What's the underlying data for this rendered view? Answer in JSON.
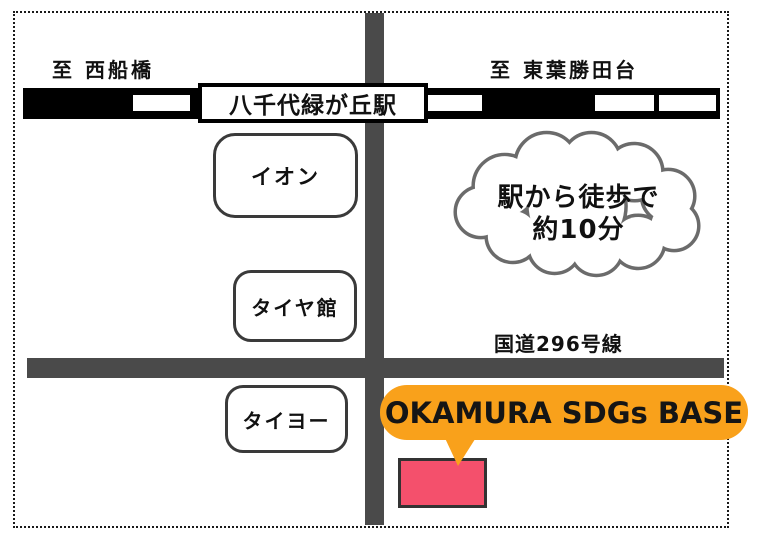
{
  "map": {
    "title_hint": "Access map to OKAMURA SDGs BASE",
    "railway": {
      "station_label": "八千代緑が丘駅",
      "direction_west": "至 西船橋",
      "direction_east": "至 東葉勝田台",
      "line_color": "#000000",
      "dash_color": "#ffffff"
    },
    "roads": {
      "color": "#4a4a4a",
      "route_label": "国道296号線"
    },
    "landmarks": [
      {
        "label": "イオン"
      },
      {
        "label": "タイヤ館"
      },
      {
        "label": "タイヨー"
      }
    ],
    "walk_note": {
      "line1": "駅から徒歩で",
      "line2": "約10分",
      "outline_color": "#6b6b6b"
    },
    "destination": {
      "label": "OKAMURA SDGs BASE",
      "callout_color": "#F9A11B",
      "building_color": "#F4506C"
    },
    "frame_color": "#1a1a1a",
    "background_color": "#ffffff"
  }
}
